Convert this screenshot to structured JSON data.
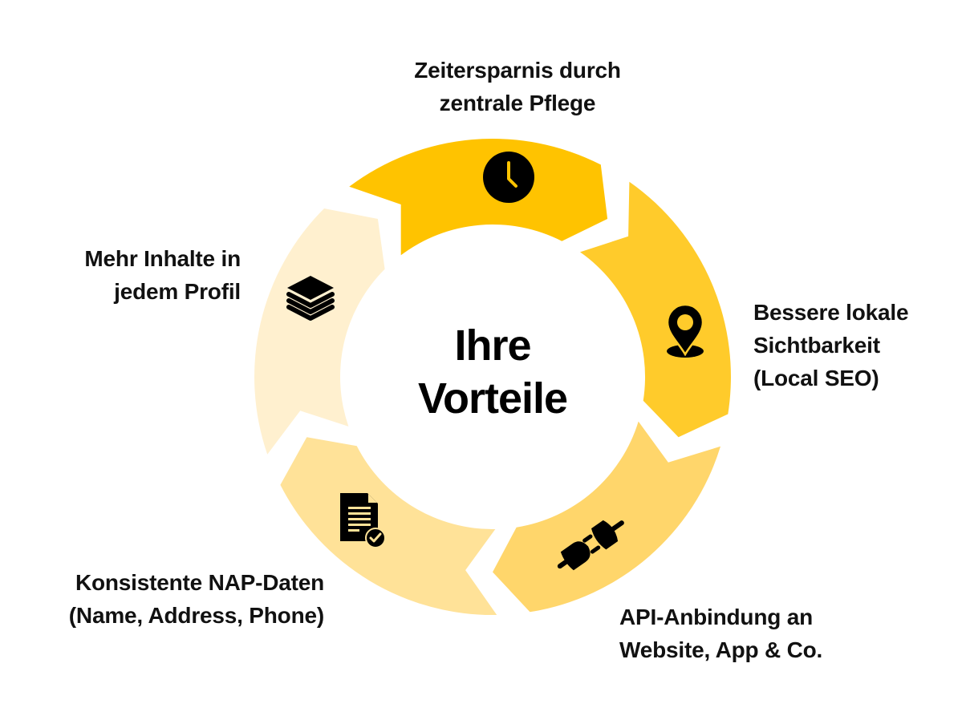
{
  "center": {
    "line1": "Ihre",
    "line2": "Vorteile"
  },
  "segments": [
    {
      "id": "zeitersparnis",
      "icon": "clock-icon",
      "color": "#FFC300",
      "label": [
        "Zeitersparnis durch",
        "zentrale Pflege"
      ]
    },
    {
      "id": "local-seo",
      "icon": "map-pin-icon",
      "color": "#FFCB2B",
      "label": [
        "Bessere lokale",
        "Sichtbarkeit",
        "(Local SEO)"
      ]
    },
    {
      "id": "api",
      "icon": "plug-connection-icon",
      "color": "#FFD66B",
      "label": [
        "API-Anbindung an",
        "Website, App & Co."
      ]
    },
    {
      "id": "nap",
      "icon": "document-check-icon",
      "color": "#FFE298",
      "label": [
        "Konsistente NAP-Daten",
        "(Name, Address, Phone)"
      ]
    },
    {
      "id": "inhalte",
      "icon": "layers-icon",
      "color": "#FFF0CF",
      "label": [
        "Mehr Inhalte in",
        "jedem Profil"
      ]
    }
  ],
  "colors": {
    "text": "#111111",
    "icon": "#000000",
    "background": "#FFFFFF"
  }
}
